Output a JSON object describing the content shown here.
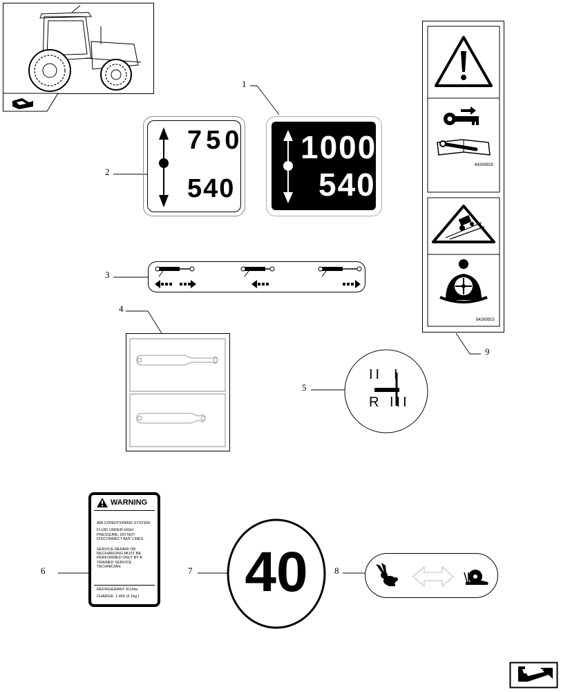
{
  "callouts": [
    {
      "id": "c1",
      "label": "1"
    },
    {
      "id": "c2",
      "label": "2"
    },
    {
      "id": "c3",
      "label": "3"
    },
    {
      "id": "c4",
      "label": "4"
    },
    {
      "id": "c5",
      "label": "5"
    },
    {
      "id": "c6",
      "label": "6"
    },
    {
      "id": "c7",
      "label": "7"
    },
    {
      "id": "c8",
      "label": "8"
    },
    {
      "id": "c9",
      "label": "9"
    }
  ],
  "decal_pto_750": {
    "top": "750",
    "bottom": "540"
  },
  "decal_pto_1000": {
    "top": "1000",
    "bottom": "540"
  },
  "decal_gear": {
    "top_left": "II",
    "top_right": "I",
    "bottom_left": "R",
    "bottom_right": "III"
  },
  "decal_speed": {
    "value": "40"
  },
  "decal_safety": {
    "code_top": "84269928",
    "code_bottom": "84269915"
  },
  "decal_warning": {
    "header": "WARNING",
    "line1": "AIR CONDITIONING SYSTEM",
    "line2": "FLUID UNDER HIGH",
    "line3": "PRESSURE. DO NOT",
    "line4": "DISCONNECT ANY LINES.",
    "line5": "SERVICE REPAIR OR",
    "line6": "RECHARGING MUST BE",
    "line7": "PERFORMED ONLY BY A",
    "line8": "TRAINED SERVICE",
    "line9": "TECHNICIAN.",
    "refrigerant": "REFRIGERANT: R134a",
    "charge": "CHARGE: 1.40± (2.1kg.)"
  },
  "icons": {
    "tractor": "tractor-thumbnail-icon",
    "book": "manual-book-icon",
    "nav": "next-page-arrow-icon"
  }
}
